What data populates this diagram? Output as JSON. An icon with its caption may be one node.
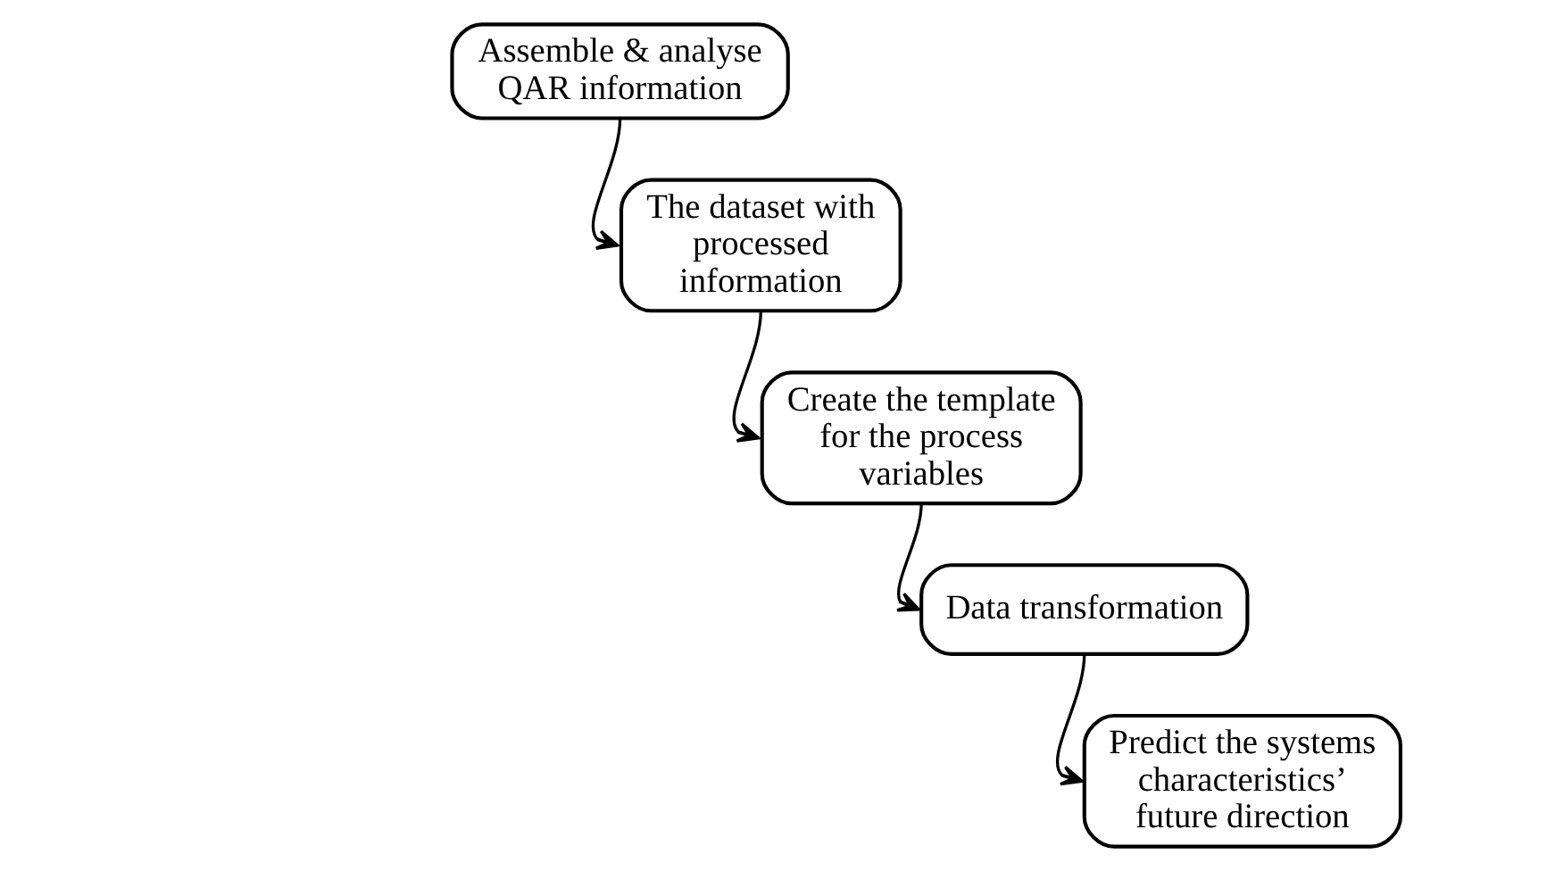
{
  "diagram": {
    "nodes": [
      {
        "text": [
          "Assemble & analyse QAR information"
        ]
      },
      {
        "text": [
          "The dataset with processed information"
        ]
      },
      {
        "text": [
          "Create the template for the process variables"
        ]
      },
      {
        "text": [
          "Data transformation"
        ]
      },
      {
        "text": [
          "Predict the systems characteristics’ future direction"
        ]
      }
    ],
    "edges": [
      {
        "from": 0,
        "to": 1,
        "arrow": "to"
      },
      {
        "from": 1,
        "to": 2,
        "arrow": "to"
      },
      {
        "from": 2,
        "to": 3,
        "arrow": "to"
      },
      {
        "from": 3,
        "to": 4,
        "arrow": "to"
      }
    ]
  }
}
